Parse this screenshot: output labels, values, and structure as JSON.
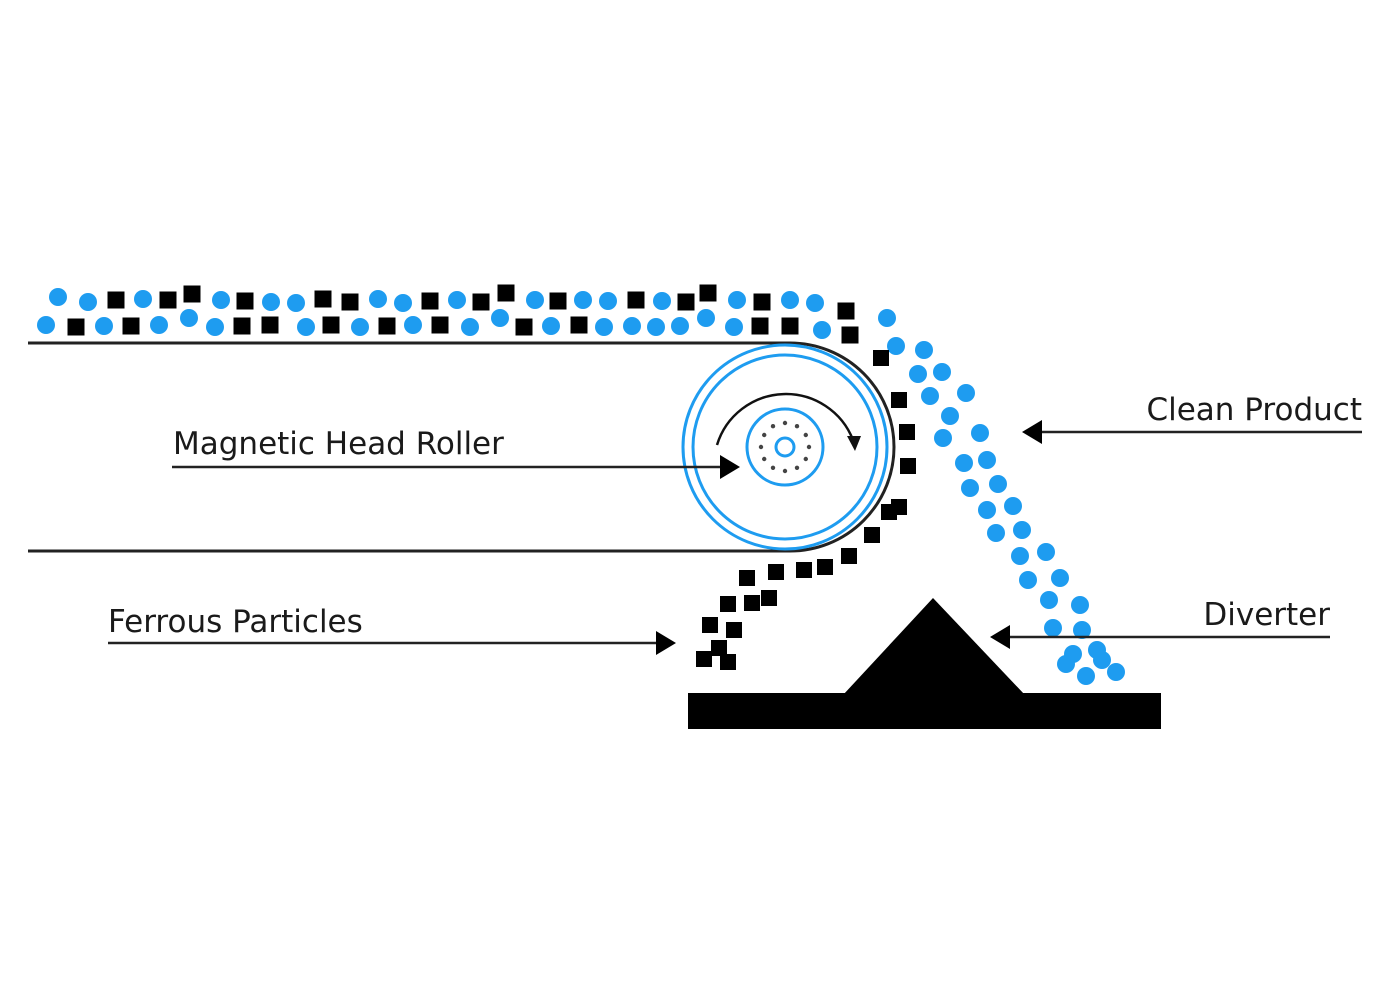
{
  "labels": {
    "magnetic_head_roller": "Magnetic Head Roller",
    "ferrous_particles": "Ferrous Particles",
    "clean_product": "Clean Product",
    "diverter": "Diverter"
  },
  "colors": {
    "product": "#1e9cf0",
    "ferrous": "#000000",
    "line": "#222222",
    "background": "#ffffff"
  }
}
